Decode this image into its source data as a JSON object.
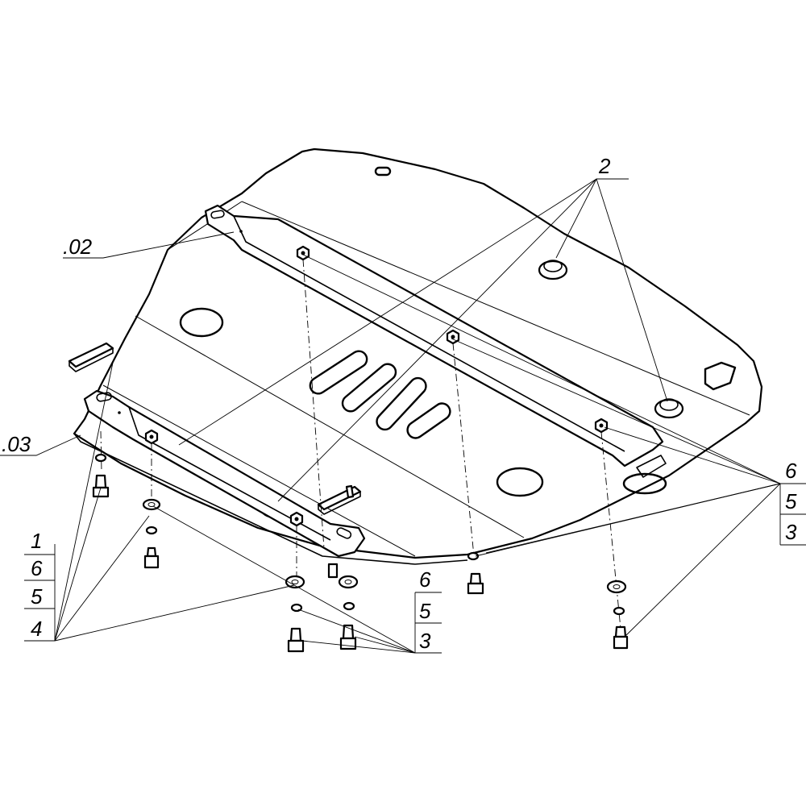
{
  "callouts": {
    "part_02": ".02",
    "part_03": ".03",
    "left_stack": [
      "1",
      "6",
      "5",
      "4"
    ],
    "mid_stack": [
      "6",
      "5",
      "3"
    ],
    "right_stack": [
      "6",
      "5",
      "3"
    ],
    "top": "2"
  }
}
